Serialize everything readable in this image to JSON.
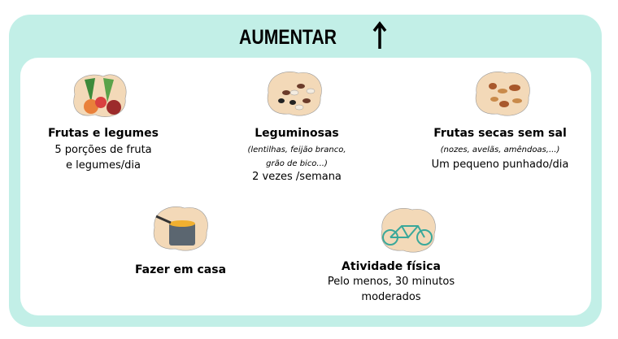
{
  "header": {
    "title": "AUMENTAR",
    "arrow_icon": "arrow-up-icon"
  },
  "items": [
    {
      "title": "Frutas e legumes",
      "lines": [
        "5 porções de fruta",
        "e legumes/dia"
      ],
      "icon": "fruits-vegetables-icon"
    },
    {
      "title": "Leguminosas",
      "sub": [
        "(lentilhas, feijão branco,",
        "grão de bico...)"
      ],
      "lines": [
        "2 vezes /semana"
      ],
      "icon": "legumes-icon"
    },
    {
      "title": "Frutas  secas  sem sal",
      "sub": [
        "(nozes,  avelãs,  amêndoas,...)"
      ],
      "lines": [
        "Um pequeno punhado/dia"
      ],
      "icon": "nuts-icon"
    },
    {
      "title": "Fazer em casa",
      "icon": "cooking-pot-icon"
    },
    {
      "title": "Atividade física",
      "lines": [
        "Pelo menos, 30 minutos",
        "moderados"
      ],
      "icon": "bicycle-icon"
    }
  ],
  "colors": {
    "outer": "#c2efe7",
    "blob": "#f3d9b8"
  }
}
